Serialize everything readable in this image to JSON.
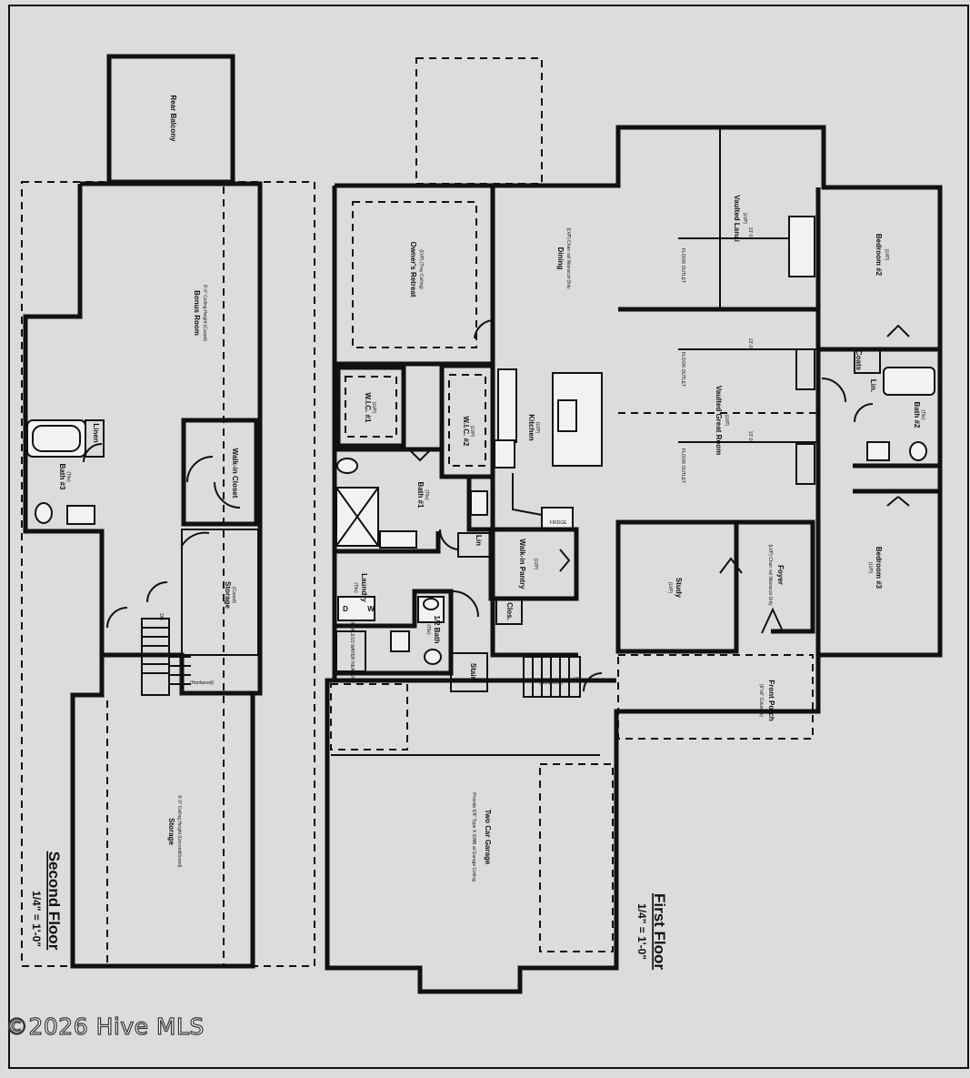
{
  "watermark": "©2026 Hive MLS",
  "second_floor": {
    "title": "Second Floor",
    "scale": "1/4\" = 1'-0\"",
    "rooms": [
      {
        "key": "rear_balcony",
        "name": "Rear Balcony",
        "detail": ""
      },
      {
        "key": "bonus_room",
        "name": "Bonus Room",
        "detail": "9'-0\" Ceiling Height (Carpet)"
      },
      {
        "key": "bath3",
        "name": "Bath #3",
        "detail": "(Tile)"
      },
      {
        "key": "linen",
        "name": "Linen",
        "detail": ""
      },
      {
        "key": "wic",
        "name": "Walk-in Closet",
        "detail": ""
      },
      {
        "key": "storage_small",
        "name": "Storage",
        "detail": "(Carpet)"
      },
      {
        "key": "storage_large",
        "name": "Storage",
        "detail": "6'-0\" Ceiling Height (Unconditioned)"
      }
    ],
    "notes": {
      "hardwood": "(Hardwood)",
      "dn": "DN"
    }
  },
  "first_floor": {
    "title": "First Floor",
    "scale": "1/4\" = 1'-0\"",
    "rooms": [
      {
        "key": "owners_retreat",
        "name": "Owner's Retreat",
        "detail": "(LVP) (Tray Ceiling)"
      },
      {
        "key": "dining",
        "name": "Dining",
        "detail": "(LVP) Chair rail Wainscot Only"
      },
      {
        "key": "lanai",
        "name": "Vaulted Lanai",
        "detail": "(LVP)"
      },
      {
        "key": "bedroom2",
        "name": "Bedroom #2",
        "detail": "(LVP)"
      },
      {
        "key": "wic1",
        "name": "W.I.C. #1",
        "detail": "(LVP)"
      },
      {
        "key": "wic2",
        "name": "W.I.C. #2",
        "detail": "(LVP)"
      },
      {
        "key": "kitchen",
        "name": "Kitchen",
        "detail": "(LVP)"
      },
      {
        "key": "great_room",
        "name": "Vaulted Great Room",
        "detail": "(LVP)"
      },
      {
        "key": "coats",
        "name": "Coats",
        "detail": ""
      },
      {
        "key": "lin2",
        "name": "Lin.",
        "detail": ""
      },
      {
        "key": "bath2",
        "name": "Bath #2",
        "detail": "(Tile)"
      },
      {
        "key": "bath1",
        "name": "Bath #1",
        "detail": "(Tile)"
      },
      {
        "key": "lin1",
        "name": "Lin",
        "detail": ""
      },
      {
        "key": "pantry",
        "name": "Walk-in Pantry",
        "detail": "(LVP)"
      },
      {
        "key": "laundry",
        "name": "Laundry",
        "detail": "(Tile)"
      },
      {
        "key": "half_bath",
        "name": "1/2 Bath",
        "detail": "(Tile)"
      },
      {
        "key": "clos",
        "name": "Clos.",
        "detail": ""
      },
      {
        "key": "study",
        "name": "Study",
        "detail": "(LVP)"
      },
      {
        "key": "foyer",
        "name": "Foyer",
        "detail": "(LVP) Chair rail Wainscot Only"
      },
      {
        "key": "bedroom3",
        "name": "Bedroom #3",
        "detail": "(LVP)"
      },
      {
        "key": "stairs",
        "name": "Stairs",
        "detail": ""
      },
      {
        "key": "front_porch",
        "name": "Front Porch",
        "detail": "(6\"x6\" Columns)"
      },
      {
        "key": "garage",
        "name": "Two Car Garage",
        "detail": "Provide 5/8\" Type X GWB at Garage Ceiling"
      }
    ],
    "notes": {
      "floor_outlet": "FLOOR OUTLET",
      "fridge": "FRIDGE",
      "tankless": "TANKLESS WATER HEATER",
      "hardwood": "(Hardwood)",
      "up": "UP",
      "washer": "W",
      "dryer": "D",
      "dimension": "13'-0\""
    }
  }
}
